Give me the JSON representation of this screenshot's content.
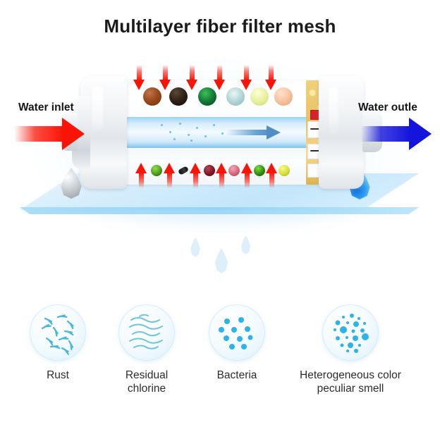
{
  "title": "Multilayer fiber filter mesh",
  "diagram": {
    "inlet_label": "Water inlet",
    "outlet_label": "Water outle",
    "inlet_arrow_color": "#fa1405",
    "outlet_arrow_color": "#1414dc",
    "contaminant_arrow_color": "#fa1405",
    "flow_arrow_color": "#4f8fc6",
    "media_color": "#e8c05c",
    "platform_color": "#cdeafb",
    "top_particles": [
      {
        "name": "rust-particle",
        "color": "#8c3b16"
      },
      {
        "name": "sediment-particle",
        "color": "#2a1d14"
      },
      {
        "name": "algae-particle",
        "color": "#0d5a28"
      },
      {
        "name": "bacteria-particle",
        "color": "#a9cfd3"
      },
      {
        "name": "microbe-particle",
        "color": "#e8ef9e"
      },
      {
        "name": "odor-particle",
        "color": "#f6c6a4"
      }
    ],
    "bottom_particles": [
      {
        "name": "green-microbe",
        "color": "#4f9b1e"
      },
      {
        "name": "black-fiber",
        "color": "#1b1b1b"
      },
      {
        "name": "dark-red-particle",
        "color": "#7d1824"
      },
      {
        "name": "pink-particle",
        "color": "#d4687d"
      },
      {
        "name": "spiky-microbe",
        "color": "#2f8c14"
      },
      {
        "name": "yellow-particle",
        "color": "#d9de3a"
      }
    ],
    "down_arrow_count": 6,
    "up_arrow_count": 6,
    "falling_droplet_count": 3
  },
  "contaminants": [
    {
      "icon": "rust-nails-icon",
      "label": "Rust",
      "label_line2": ""
    },
    {
      "icon": "chlorine-waves-icon",
      "label": "Residual",
      "label_line2": "chlorine"
    },
    {
      "icon": "bacteria-dots-icon",
      "label": "Bacteria",
      "label_line2": ""
    },
    {
      "icon": "heterogeneous-dots-icon",
      "label": "Heterogeneous color",
      "label_line2": "peculiar smell"
    }
  ]
}
